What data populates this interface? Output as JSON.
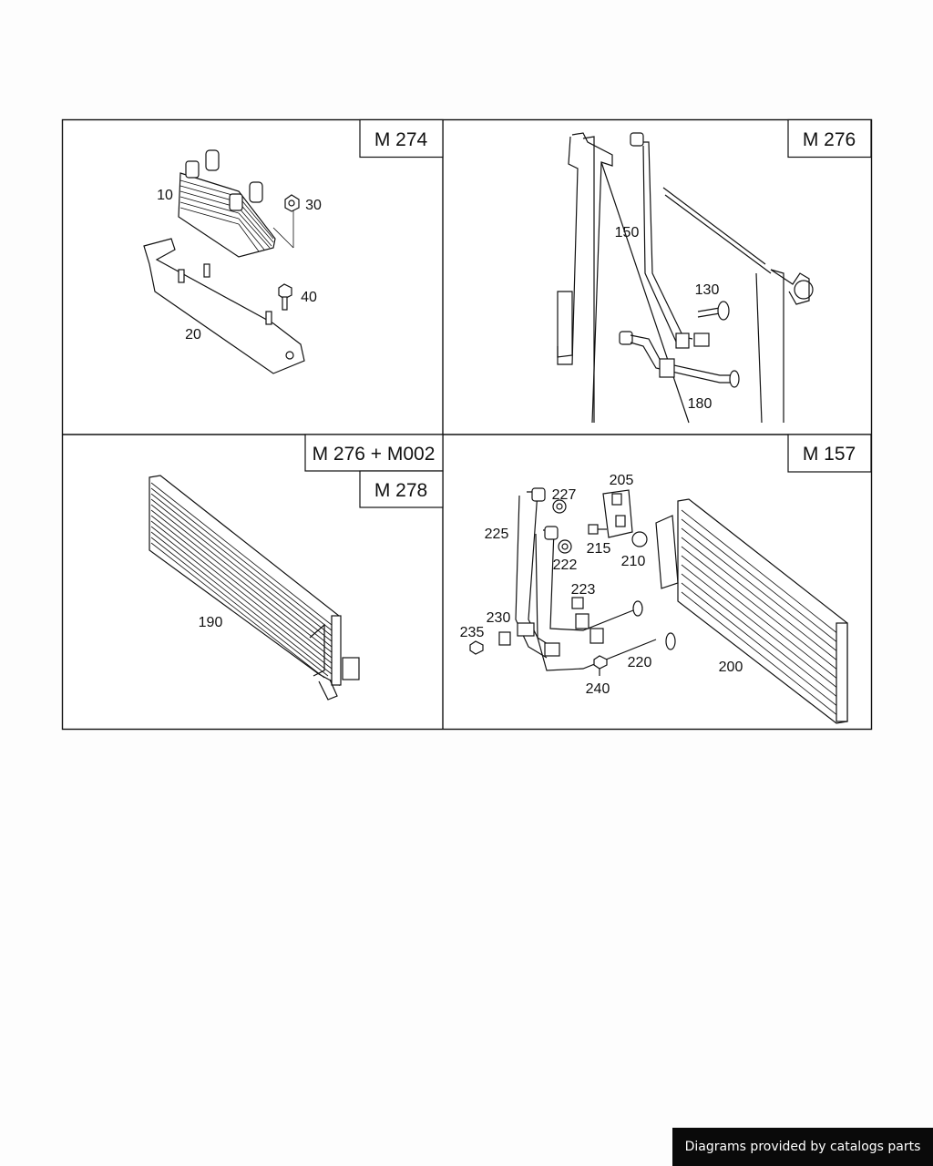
{
  "panels": {
    "top_left": {
      "engine": "M 274",
      "labels": {
        "p10": "10",
        "p20": "20",
        "p30": "30",
        "p40": "40"
      }
    },
    "top_right": {
      "engine": "M 276",
      "labels": {
        "p130": "130",
        "p150": "150",
        "p180": "180"
      }
    },
    "bottom_left": {
      "engine_a": "M 276 + M002",
      "engine_b": "M 278",
      "labels": {
        "p190": "190"
      }
    },
    "bottom_right": {
      "engine": "M 157",
      "labels": {
        "p200": "200",
        "p205": "205",
        "p210": "210",
        "p215": "215",
        "p220": "220",
        "p222": "222",
        "p223": "223",
        "p225": "225",
        "p227": "227",
        "p230": "230",
        "p235": "235",
        "p240": "240"
      }
    }
  },
  "footer": {
    "text": "Diagrams provided by catalogs parts"
  }
}
